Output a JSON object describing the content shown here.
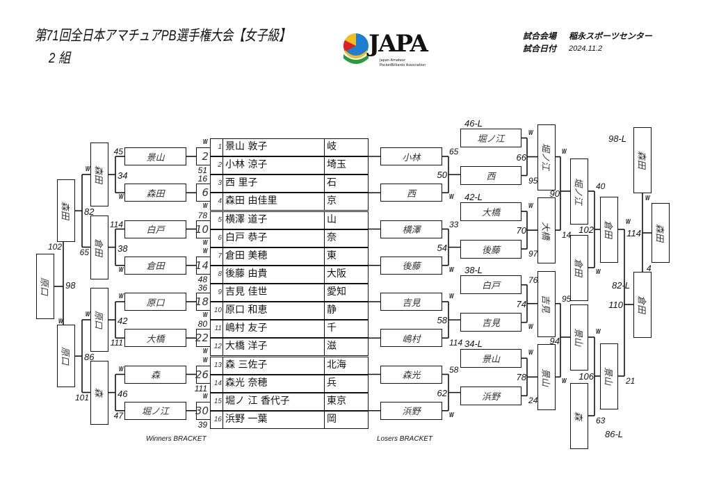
{
  "header": {
    "title": "第71回全日本アマチュアPB選手権大会【女子級】",
    "group": "2 組",
    "venue_label": "試合会場",
    "venue": "稲永スポーツセンター",
    "date_label": "試合日付",
    "date": "2024.11.2",
    "logo_text": "JAPA",
    "logo_sub1": "Japan Amateur",
    "logo_sub2": "PocketBilliards Association"
  },
  "players": [
    {
      "seed": "1",
      "name": "景山 敦子",
      "pref": "岐"
    },
    {
      "seed": "2",
      "name": "小林 涼子",
      "pref": "埼玉"
    },
    {
      "seed": "3",
      "name": "西 里子",
      "pref": "石"
    },
    {
      "seed": "4",
      "name": "森田 由佳里",
      "pref": "京"
    },
    {
      "seed": "5",
      "name": "横澤 道子",
      "pref": "山"
    },
    {
      "seed": "6",
      "name": "白戸 恭子",
      "pref": "奈"
    },
    {
      "seed": "7",
      "name": "倉田 美穂",
      "pref": "東"
    },
    {
      "seed": "8",
      "name": "後藤 由貴",
      "pref": "大阪"
    },
    {
      "seed": "9",
      "name": "吉見 佳世",
      "pref": "愛知"
    },
    {
      "seed": "10",
      "name": "原口 和恵",
      "pref": "静"
    },
    {
      "seed": "11",
      "name": "嶋村 友子",
      "pref": "千"
    },
    {
      "seed": "12",
      "name": "大橋 洋子",
      "pref": "滋"
    },
    {
      "seed": "13",
      "name": "森 三佐子",
      "pref": "北海"
    },
    {
      "seed": "14",
      "name": "森光 奈穂",
      "pref": "兵"
    },
    {
      "seed": "15",
      "name": "堀ノ 江 香代子",
      "pref": "東京"
    },
    {
      "seed": "16",
      "name": "浜野 一葉",
      "pref": "岡"
    }
  ],
  "winners": {
    "label": "Winners BRACKET",
    "match_numbers": [
      "2",
      "6",
      "10",
      "14",
      "18",
      "22",
      "26",
      "30"
    ],
    "match_scores": [
      [
        "W",
        "51"
      ],
      [
        "16",
        "W"
      ],
      [
        "78",
        "W"
      ],
      [
        "W",
        "48"
      ],
      [
        "36",
        "W"
      ],
      [
        "80",
        "W"
      ],
      [
        "W",
        "111"
      ],
      [
        "W",
        "39"
      ]
    ],
    "r1_winners": [
      "景山",
      "森田",
      "白戸",
      "倉田",
      "原口",
      "大橋",
      "森",
      "堀ノ江"
    ],
    "r2_scores": [
      [
        "45",
        "34",
        "W"
      ],
      [
        "114",
        "38",
        "W"
      ],
      [
        "W",
        "42",
        "111"
      ],
      [
        "W",
        "46",
        "47"
      ]
    ],
    "r2_winners": [
      "森田",
      "倉田",
      "原口",
      "森"
    ],
    "r3_scores": [
      [
        "W",
        "82",
        "65"
      ],
      [
        "W",
        "86",
        "101"
      ]
    ],
    "r3_winners": [
      "森田",
      "原口"
    ],
    "final_scores": [
      "102",
      "98",
      "W"
    ],
    "final_winner": "原口"
  },
  "losers": {
    "label": "Losers BRACKET",
    "r1": [
      "小林",
      "西",
      "横澤",
      "後藤",
      "吉見",
      "嶋村",
      "森光",
      "浜野"
    ],
    "r1_scores": [
      [
        "65",
        "50",
        "W"
      ],
      [
        "33",
        "54",
        "W"
      ],
      [
        "W",
        "58",
        "114"
      ],
      [
        "58",
        "62",
        "W"
      ]
    ],
    "r2_dropins": [
      {
        "from": "46-L",
        "name": "堀ノ江"
      },
      {
        "from": "42-L",
        "name": "大橋"
      },
      {
        "from": "38-L",
        "name": "白戸"
      },
      {
        "from": "34-L",
        "name": "景山"
      }
    ],
    "r2_winners": [
      "西",
      "後藤",
      "吉見",
      "浜野"
    ],
    "r2_scores": [
      [
        "W",
        "66",
        "95"
      ],
      [
        "W",
        "70",
        "97"
      ],
      [
        "76",
        "74",
        "W"
      ],
      [
        "W",
        "78",
        "24"
      ]
    ],
    "r3_winners": [
      "堀ノ江",
      "大橋",
      "吉見",
      "景山"
    ],
    "r3_scores": [
      [
        "W",
        "90",
        "14"
      ],
      [
        "95",
        "94",
        "W"
      ]
    ],
    "r4": [
      {
        "name": "堀ノ江"
      },
      {
        "from": "82-L",
        "name": "倉田"
      },
      {
        "name": "景山"
      },
      {
        "from": "86-L",
        "name": "森"
      }
    ],
    "r4_scores": [
      [
        "40",
        "102",
        "W"
      ],
      [
        "W",
        "106",
        "63"
      ]
    ],
    "r5_winners": [
      "倉田",
      "景山"
    ],
    "r5_scores": [
      "W",
      "110",
      "21"
    ],
    "final": {
      "from": "98-L",
      "top": "森田",
      "bottom": "倉田",
      "scores": [
        "W",
        "114",
        "4"
      ],
      "winner": "森田"
    }
  }
}
